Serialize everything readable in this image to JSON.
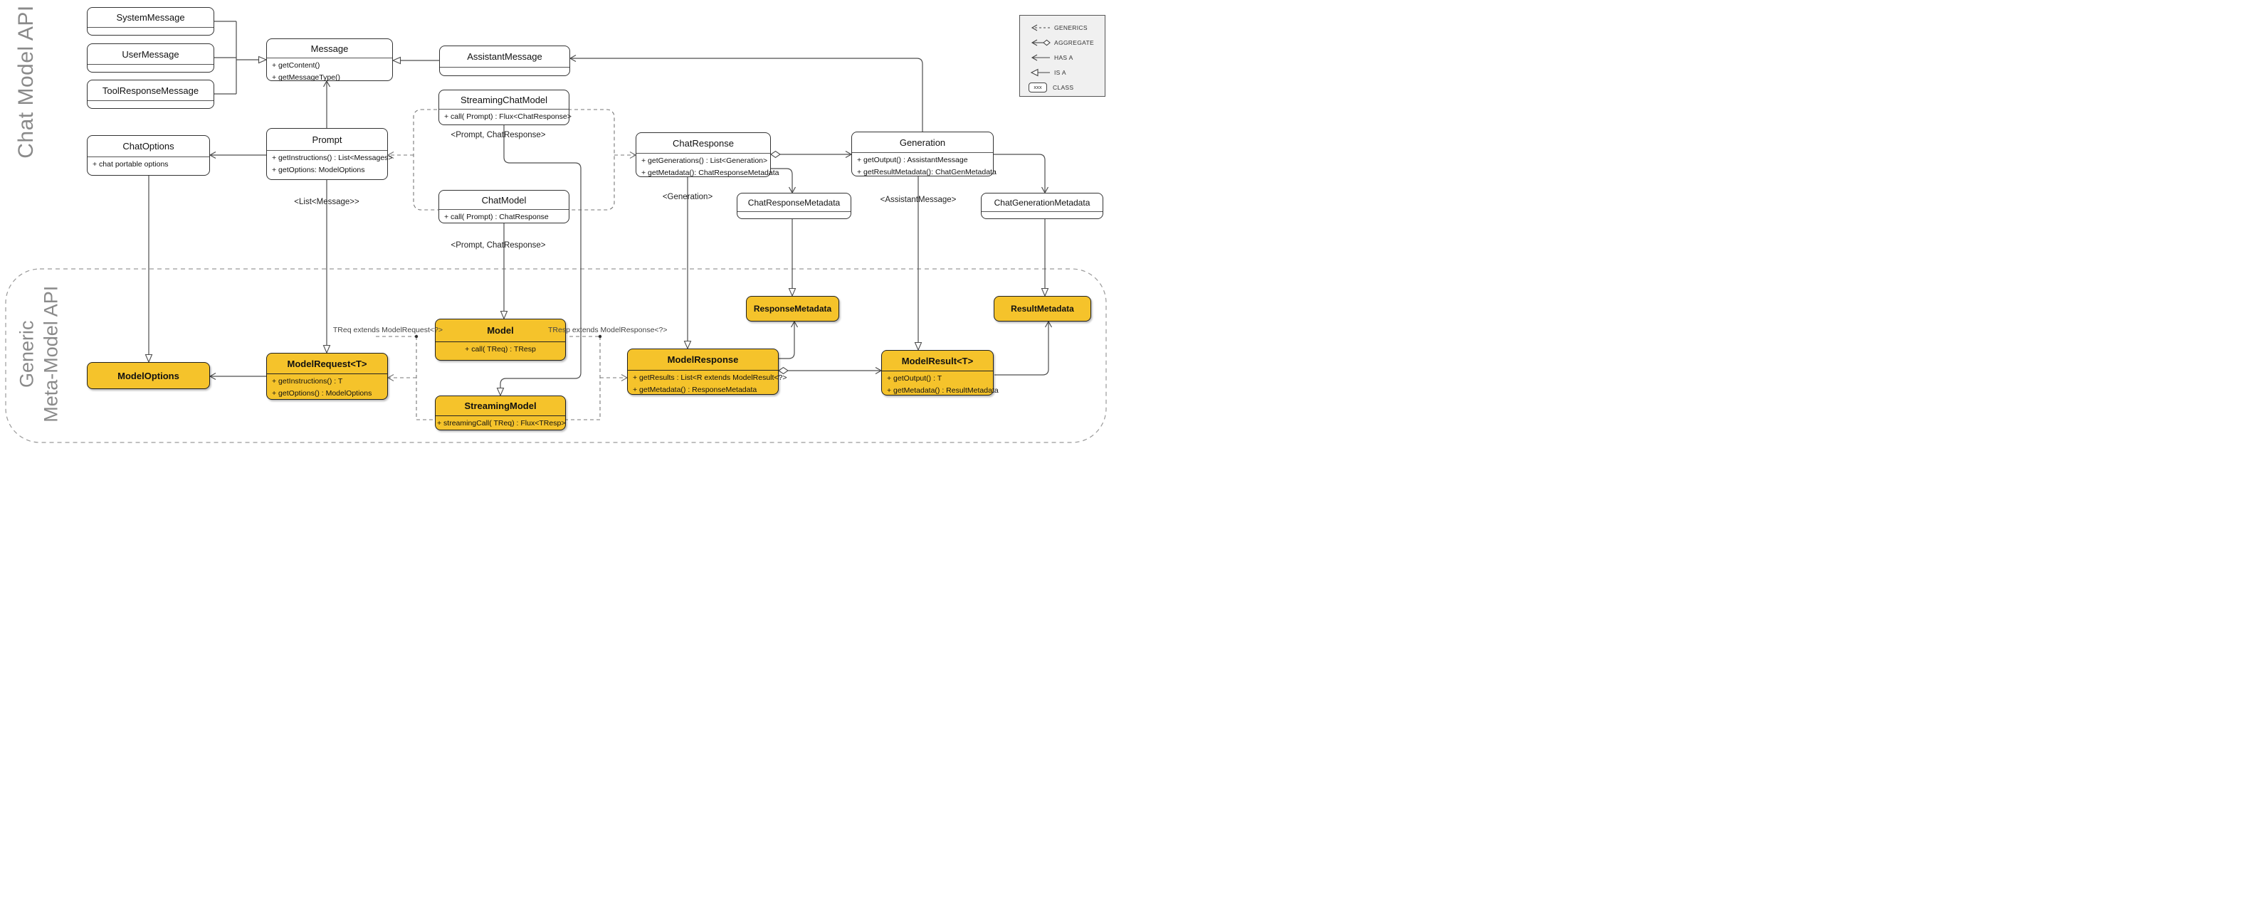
{
  "diagram": {
    "sections": {
      "chat_model_api": {
        "label": "Chat Model API"
      },
      "generic_meta_model_api": {
        "label_line1": "Generic",
        "label_line2": "Meta-Model API"
      }
    },
    "colors": {
      "class_yellow": "#F5C32B",
      "section_label_gray": "#8A8A8A",
      "line_color": "#4D4D4D"
    },
    "classes": {
      "system_message": {
        "title": "SystemMessage"
      },
      "user_message": {
        "title": "UserMessage"
      },
      "tool_response_message": {
        "title": "ToolResponseMessage"
      },
      "message": {
        "title": "Message",
        "methods": [
          "+ getContent()",
          "+ getMessageType()"
        ]
      },
      "assistant_message": {
        "title": "AssistantMessage"
      },
      "streaming_chat_model": {
        "title": "StreamingChatModel",
        "methods": [
          "+ call( Prompt) : Flux<ChatResponse>"
        ]
      },
      "chat_model": {
        "title": "ChatModel",
        "methods": [
          "+ call( Prompt) : ChatResponse"
        ]
      },
      "chat_options": {
        "title": "ChatOptions",
        "methods": [
          "+ chat portable options"
        ]
      },
      "prompt": {
        "title": "Prompt",
        "methods": [
          "+ getInstructions() : List<Messages>",
          "+ getOptions: ModelOptions"
        ]
      },
      "chat_response": {
        "title": "ChatResponse",
        "methods": [
          "+ getGenerations() : List<Generation>",
          "+ getMetadata(): ChatResponseMetadata"
        ]
      },
      "generation": {
        "title": "Generation",
        "methods": [
          "+ getOutput() : AssistantMessage",
          "+ getResultMetadata(): ChatGenMetadata"
        ]
      },
      "chat_response_metadata": {
        "title": "ChatResponseMetadata"
      },
      "chat_generation_metadata": {
        "title": "ChatGenerationMetadata"
      },
      "model_options": {
        "title": "ModelOptions"
      },
      "model_request": {
        "title": "ModelRequest<T>",
        "methods": [
          "+ getInstructions() : T",
          "+ getOptions() : ModelOptions"
        ]
      },
      "model": {
        "title": "Model",
        "methods": [
          "+ call( TReq) : TResp"
        ]
      },
      "streaming_model": {
        "title": "StreamingModel",
        "methods": [
          "+ streamingCall( TReq) : Flux<TResp>"
        ]
      },
      "model_response": {
        "title": "ModelResponse",
        "methods": [
          "+ getResults : List<R extends ModelResult<?>",
          "+ getMetadata() : ResponseMetadata"
        ]
      },
      "model_result": {
        "title": "ModelResult<T>",
        "methods": [
          "+ getOutput() : T",
          "+ getMetadata() : ResultMetadata"
        ]
      },
      "response_metadata": {
        "title": "ResponseMetadata"
      },
      "result_metadata": {
        "title": "ResultMetadata"
      }
    },
    "edge_labels": {
      "prompt_chatresponse_upper": "<Prompt, ChatResponse>",
      "prompt_chatresponse_lower": "<Prompt, ChatResponse>",
      "list_message": "<List<Message>>",
      "generation": "<Generation>",
      "assistant_message": "<AssistantMessage>",
      "treq_extends": "TReq extends ModelRequest<?>",
      "tresp_extends": "TResp extends ModelResponse<?>"
    },
    "legend": {
      "items": [
        {
          "label": "GENERICS"
        },
        {
          "label": "AGGREGATE"
        },
        {
          "label": "HAS A"
        },
        {
          "label": "IS A"
        },
        {
          "label": "CLASS",
          "sample": "xxx"
        }
      ]
    }
  }
}
